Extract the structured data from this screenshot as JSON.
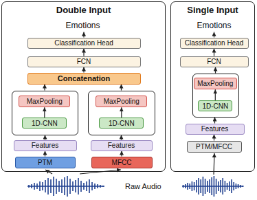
{
  "diagram": {
    "nodes": [
      {
        "text": [
          "Double Input"
        ]
      },
      {
        "text": [
          "Emotions"
        ],
        "in": 0
      },
      {
        "text": [
          "Classification Head"
        ],
        "in": 0
      },
      {
        "text": [
          "FCN"
        ],
        "in": 0
      },
      {
        "text": [
          "Concatenation"
        ],
        "in": 0
      },
      {
        "text": [],
        "in": 0
      },
      {
        "text": [
          "MaxPooling"
        ],
        "in": 5
      },
      {
        "text": [
          "1D-CNN"
        ],
        "in": 5
      },
      {
        "text": [],
        "in": 0
      },
      {
        "text": [
          "MaxPooling"
        ],
        "in": 8
      },
      {
        "text": [
          "1D-CNN"
        ],
        "in": 8
      },
      {
        "text": [
          "Features"
        ],
        "in": 0
      },
      {
        "text": [
          "Features"
        ],
        "in": 0
      },
      {
        "text": [
          "PTM"
        ],
        "in": 0
      },
      {
        "text": [
          "MFCC"
        ],
        "in": 0
      },
      {
        "text": [
          "Single Input"
        ]
      },
      {
        "text": [
          "Emotions"
        ],
        "in": 15
      },
      {
        "text": [
          "Classification Head"
        ],
        "in": 15
      },
      {
        "text": [
          "FCN"
        ],
        "in": 15
      },
      {
        "text": [],
        "in": 15
      },
      {
        "text": [
          "MaxPooling"
        ],
        "in": 19
      },
      {
        "text": [
          "1D-CNN"
        ],
        "in": 19
      },
      {
        "text": [
          "Features"
        ],
        "in": 15
      },
      {
        "text": [
          "PTM/MFCC"
        ],
        "in": 15
      }
    ],
    "edges": [
      {
        "from": 13,
        "to": 11,
        "arrow": "to"
      },
      {
        "from": 14,
        "to": 12,
        "arrow": "to"
      },
      {
        "from": 11,
        "to": 5,
        "arrow": "to"
      },
      {
        "from": 12,
        "to": 8,
        "arrow": "to"
      },
      {
        "from": 7,
        "to": 6,
        "arrow": "to"
      },
      {
        "from": 10,
        "to": 9,
        "arrow": "to"
      },
      {
        "from": 5,
        "to": 4,
        "arrow": "to"
      },
      {
        "from": 8,
        "to": 4,
        "arrow": "to"
      },
      {
        "from": 4,
        "to": 3,
        "arrow": "to"
      },
      {
        "from": 3,
        "to": 2,
        "arrow": "to"
      },
      {
        "from": 2,
        "to": 1,
        "arrow": "to"
      },
      {
        "from": 23,
        "to": 22,
        "arrow": "to"
      },
      {
        "from": 22,
        "to": 19,
        "arrow": "to"
      },
      {
        "from": 21,
        "to": 20,
        "arrow": "to"
      },
      {
        "from": 19,
        "to": 18,
        "arrow": "to"
      },
      {
        "from": 18,
        "to": 17,
        "arrow": "to"
      },
      {
        "from": 17,
        "to": 16,
        "arrow": "to"
      }
    ],
    "labels": [
      "Raw Audio"
    ]
  }
}
